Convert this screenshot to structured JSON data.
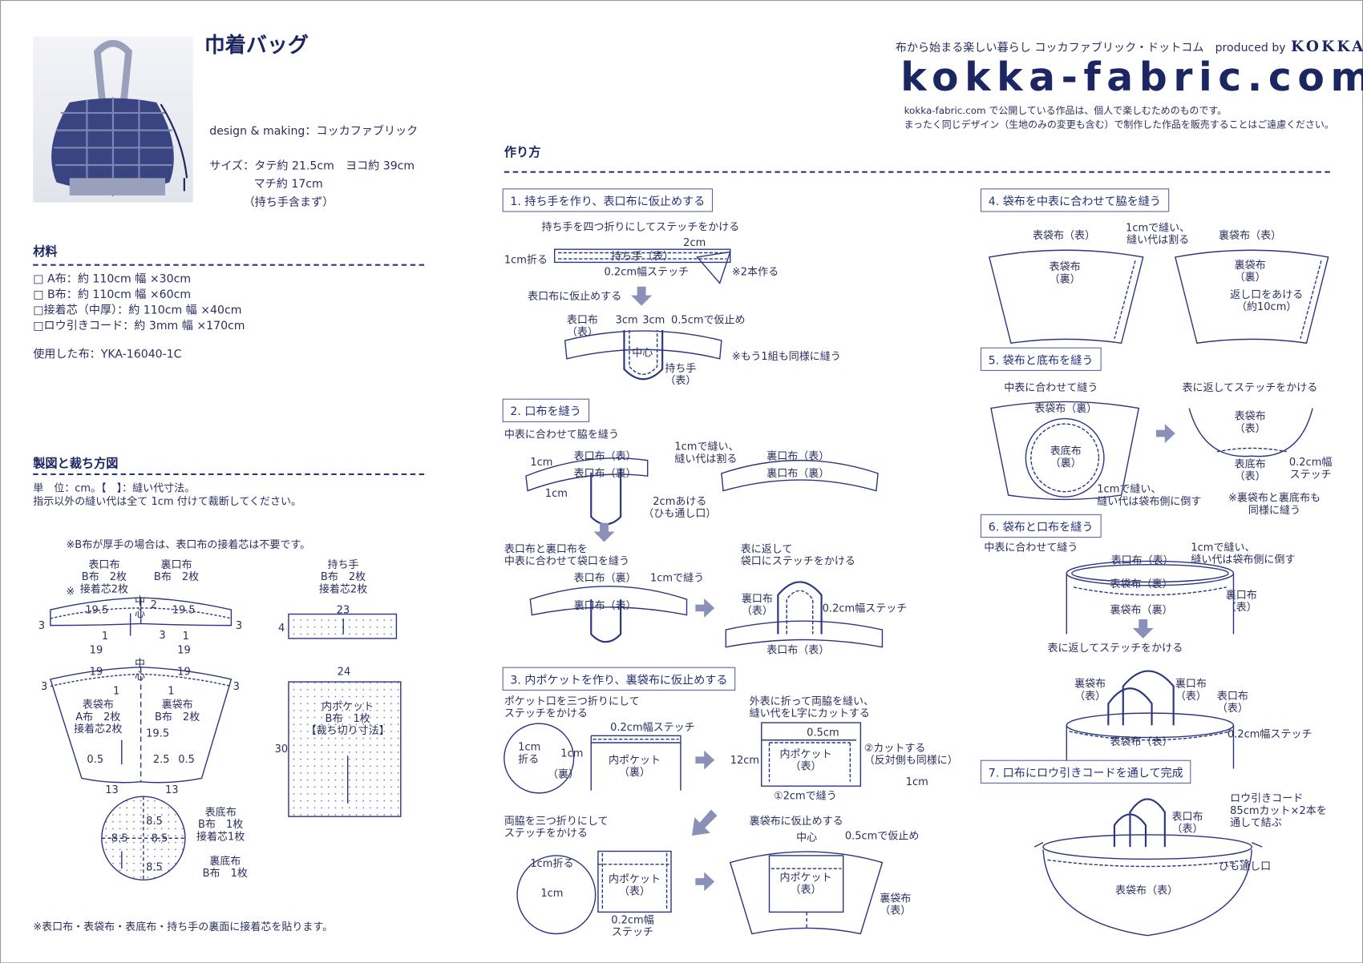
{
  "header": {
    "tagline": "布から始まる楽しい暮らし コッカファブリック・ドットコム　produced by",
    "brand": "KOKKA",
    "logo": "kokka-fabric.com",
    "notice": [
      "kokka-fabric.com で公開している作品は、個人で楽しむためのものです。",
      "まったく同じデザイン（生地のみの変更も含む）で制作した作品を販売することはご遠慮ください。"
    ]
  },
  "product": {
    "title": "巾着バッグ",
    "credit": "design & making：コッカファブリック",
    "size": [
      "サイズ：タテ約 21.5cm　ヨコ約 39cm",
      "マチ約 17cm",
      "（持ち手含まず）"
    ]
  },
  "materials": {
    "heading": "材料",
    "items": [
      "□ A布：約 110cm 幅 ×30cm",
      "□ B布：約 110cm 幅 ×60cm",
      "□接着芯（中厚）：約 110cm 幅 ×40cm",
      "□ロウ引きコード：約 3mm 幅 ×170cm"
    ],
    "fabric_used": "使用した布：YKA-16040-1C"
  },
  "drafting": {
    "heading": "製図と裁ち方図",
    "units": [
      "単　位：cm。【　】：縫い代寸法。",
      "指示以外の縫い代は全て 1cm 付けて裁断してください。"
    ],
    "labels": [
      "※B布が厚手の場合は、表口布の接着芯は不要です。",
      "表口布\nB布　2枚\n接着芯2枚",
      "裏口布\nB布　2枚",
      "※",
      "持ち手\nB布　2枚\n接着芯2枚",
      "19.5",
      "中\n心",
      "2",
      "19.5",
      "3",
      "3",
      "1",
      "3",
      "1",
      "19",
      "19",
      "23",
      "4",
      "19",
      "中\n心",
      "19",
      "3",
      "3",
      "1",
      "1",
      "表袋布\nA布　2枚\n接着芯2枚",
      "裏袋布\nB布　2枚",
      "19.5",
      "0.5",
      "2.5",
      "0.5",
      "13",
      "13",
      "24",
      "内ポケット\nB布　1枚\n【裁ち切り寸法】",
      "30",
      "8.5",
      "8.5",
      "8.5",
      "8.5",
      "表底布\nB布　1枚\n接着芯1枚",
      "裏底布\nB布　1枚"
    ],
    "footnote": "※表口布・表袋布・表底布・持ち手の裏面に接着芯を貼ります。"
  },
  "method": {
    "heading": "作り方"
  },
  "steps": [
    {
      "title": "1. 持ち手を作り、表口布に仮止めする",
      "labels": [
        "持ち手を四つ折りにしてステッチをかける",
        "2cm",
        "1cm折る",
        "持ち手（表）",
        "0.2cm幅ステッチ",
        "※2本作る",
        "表口布に仮止めする",
        "表口布\n（表）",
        "3cm",
        "3cm",
        "0.5cmで仮止め",
        "中心",
        "※もう1組も同様に縫う",
        "持ち手\n（表）"
      ]
    },
    {
      "title": "2. 口布を縫う",
      "labels": [
        "中表に合わせて脇を縫う",
        "1cm",
        "表口布（表）",
        "表口布（裏）",
        "1cmで縫い、\n縫い代は割る",
        "裏口布（表）",
        "裏口布（裏）",
        "1cm",
        "2cmあける\n（ひも通し口）",
        "表口布と裏口布を\n中表に合わせて袋口を縫う",
        "表口布（裏）",
        "1cmで縫う",
        "裏口布（表）",
        "表に返して\n袋口にステッチをかける",
        "裏口布\n（表）",
        "0.2cm幅ステッチ",
        "表口布（表）"
      ]
    },
    {
      "title": "3. 内ポケットを作り、裏袋布に仮止めする",
      "labels": [
        "ポケット口を三つ折りにして\nステッチをかける",
        "0.2cm幅ステッチ",
        "1cm\n折る",
        "1cm",
        "（裏）",
        "内ポケット\n（裏）",
        "外表に折って両脇を縫い、\n縫い代をL字にカットする",
        "0.5cm",
        "12cm",
        "内ポケット\n（表）",
        "②カットする\n（反対側も同様に）",
        "1cm",
        "①2cmで縫う",
        "両脇を三つ折りにして\nステッチをかける",
        "1cm折る",
        "1cm",
        "内ポケット\n（表）",
        "0.2cm幅\nステッチ",
        "裏袋布に仮止めする",
        "中心",
        "0.5cmで仮止め",
        "内ポケット\n（表）",
        "裏袋布\n（表）"
      ]
    },
    {
      "title": "4. 袋布を中表に合わせて脇を縫う",
      "labels": [
        "表袋布（表）",
        "1cmで縫い、\n縫い代は割る",
        "裏袋布（表）",
        "表袋布\n（裏）",
        "裏袋布\n（裏）",
        "返し口をあける\n（約10cm）"
      ]
    },
    {
      "title": "5. 袋布と底布を縫う",
      "labels": [
        "中表に合わせて縫う",
        "表に返してステッチをかける",
        "表袋布（裏）",
        "表底布\n（裏）",
        "1cmで縫い、\n縫い代は袋布側に倒す",
        "表袋布\n（表）",
        "表底布\n（表）",
        "0.2cm幅\nステッチ",
        "※裏袋布と裏底布も\n同様に縫う"
      ]
    },
    {
      "title": "6. 袋布と口布を縫う",
      "labels": [
        "中表に合わせて縫う",
        "表口布（表）",
        "1cmで縫い、\n縫い代は袋布側に倒す",
        "表袋布（裏）",
        "裏口布\n（表）",
        "裏袋布（裏）",
        "表に返してステッチをかける",
        "裏袋布\n（表）",
        "裏口布\n（表）",
        "表口布\n（表）",
        "0.2cm幅ステッチ",
        "表袋布（表）"
      ]
    },
    {
      "title": "7. 口布にロウ引きコードを通して完成",
      "labels": [
        "ロウ引きコード\n85cmカット×2本を\n通して結ぶ",
        "表口布\n（表）",
        "ひも通し口",
        "表袋布（表）"
      ]
    }
  ],
  "colors": {
    "text": "#222a6b",
    "line": "#2c3680",
    "arrow": "#8a90b8"
  }
}
